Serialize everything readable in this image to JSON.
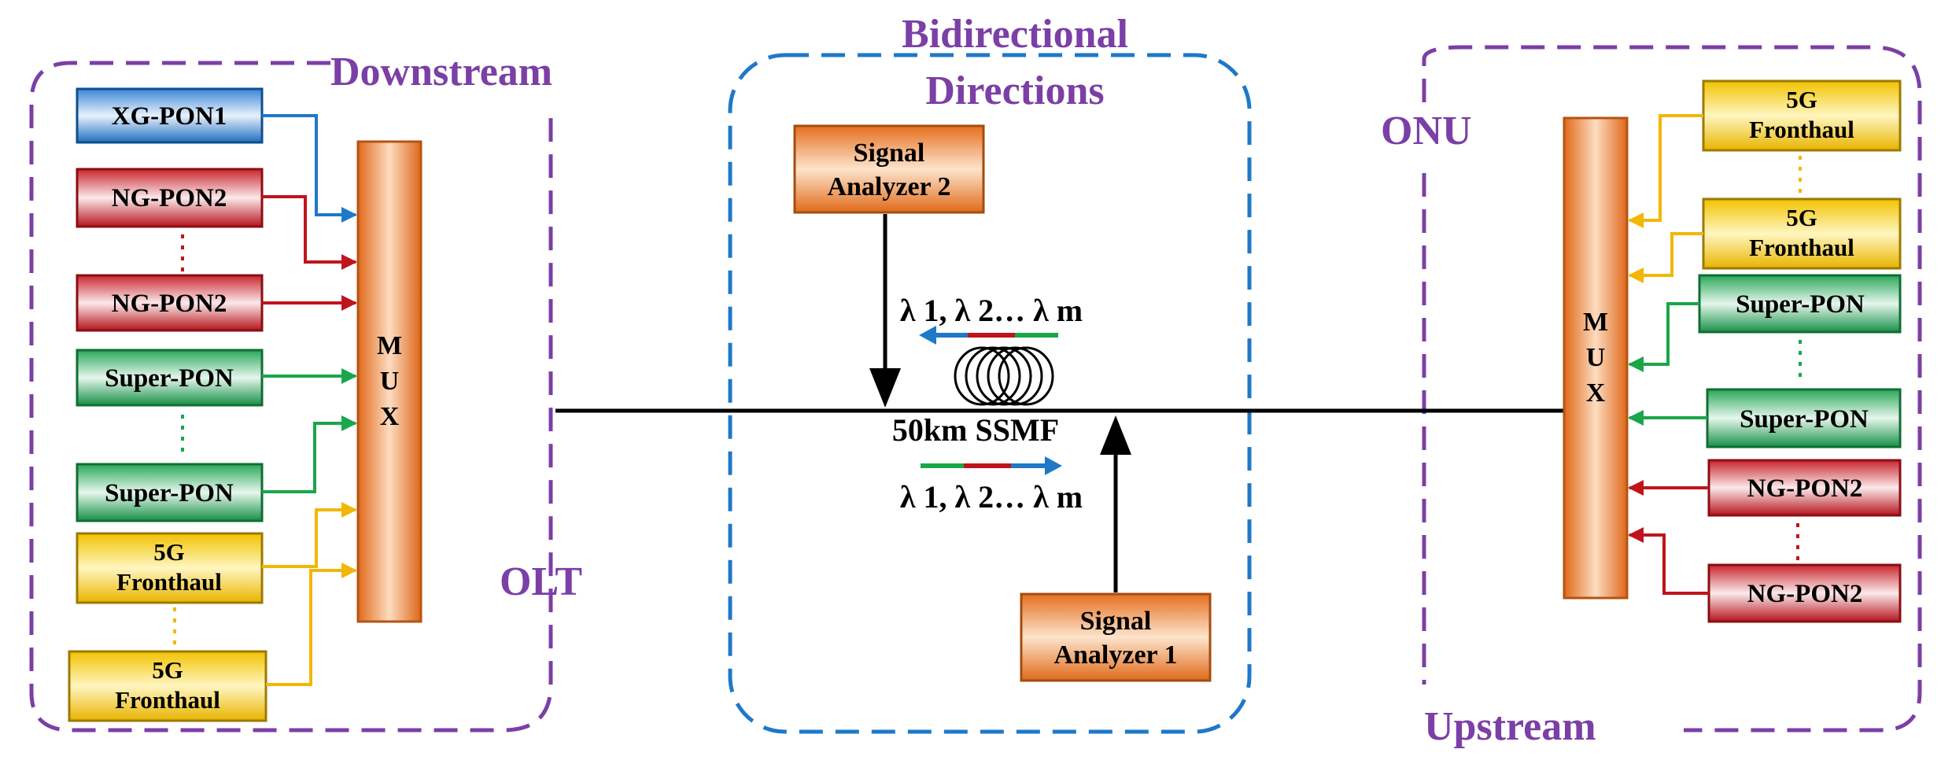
{
  "sections": {
    "downstream": "Downstream",
    "bidirectional_line1": "Bidirectional",
    "bidirectional_line2": "Directions",
    "onu": "ONU",
    "olt": "OLT",
    "upstream": "Upstream"
  },
  "olt_sources": [
    {
      "line1": "XG-PON1",
      "line2": "",
      "color": "blue"
    },
    {
      "line1": "NG-PON2",
      "line2": "",
      "color": "red"
    },
    {
      "line1": "NG-PON2",
      "line2": "",
      "color": "red"
    },
    {
      "line1": "Super-PON",
      "line2": "",
      "color": "green"
    },
    {
      "line1": "Super-PON",
      "line2": "",
      "color": "green"
    },
    {
      "line1": "5G",
      "line2": "Fronthaul",
      "color": "yellow"
    },
    {
      "line1": "5G",
      "line2": "Fronthaul",
      "color": "yellow"
    }
  ],
  "onu_sources": [
    {
      "line1": "5G",
      "line2": "Fronthaul",
      "color": "yellow"
    },
    {
      "line1": "5G",
      "line2": "Fronthaul",
      "color": "yellow"
    },
    {
      "line1": "Super-PON",
      "line2": "",
      "color": "green"
    },
    {
      "line1": "Super-PON",
      "line2": "",
      "color": "green"
    },
    {
      "line1": "NG-PON2",
      "line2": "",
      "color": "red"
    },
    {
      "line1": "NG-PON2",
      "line2": "",
      "color": "red"
    }
  ],
  "mux": {
    "letters": [
      "M",
      "U",
      "X"
    ]
  },
  "analyzers": {
    "a2": {
      "line1": "Signal",
      "line2": "Analyzer 2"
    },
    "a1": {
      "line1": "Signal",
      "line2": "Analyzer 1"
    }
  },
  "fiber": {
    "label": "50km SSMF",
    "lambda_top": "λ 1, λ 2… λ m",
    "lambda_bottom": "λ 1, λ 2… λ m"
  },
  "colors": {
    "blue": "#1f78c8",
    "red": "#c0141c",
    "green": "#1aa64a",
    "yellow": "#f2b705",
    "orange": "#e8782a",
    "purple_dash": "#7b3fa6",
    "blue_dash": "#1f78c8"
  }
}
